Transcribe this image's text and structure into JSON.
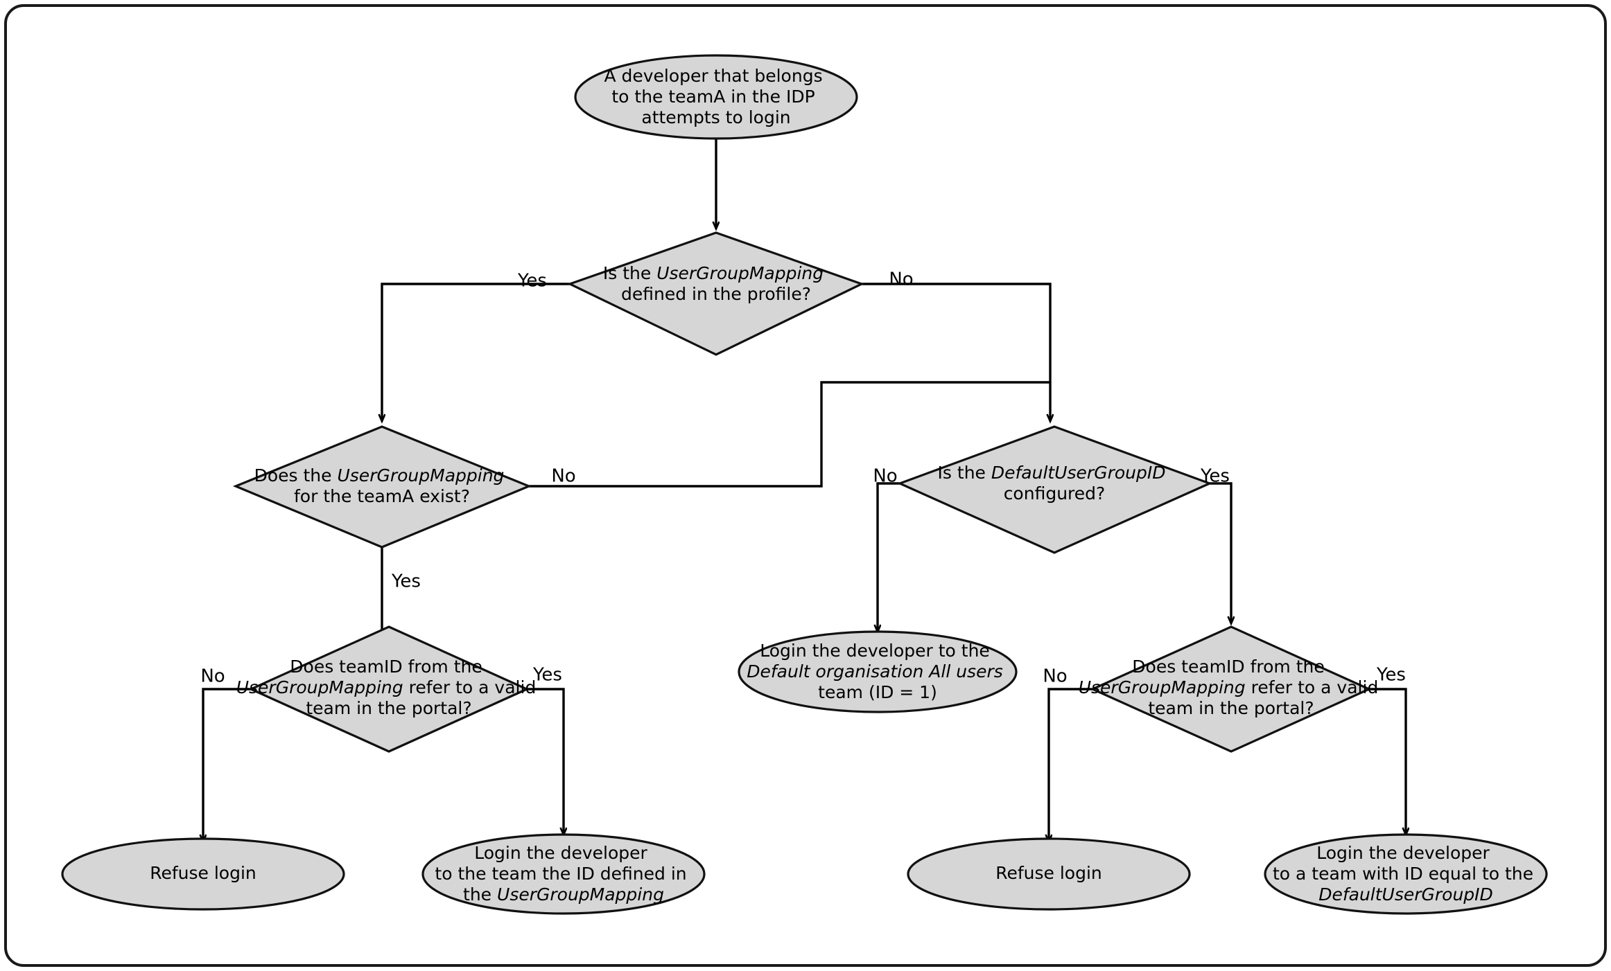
{
  "diagram": {
    "title": "IDP team mapping login decision flow",
    "colors": {
      "shape_fill": "#d6d6d6",
      "shape_stroke": "#111111",
      "edge_stroke": "#000000",
      "frame_stroke": "#1a1a1a",
      "background": "#ffffff"
    },
    "nodes": {
      "start": {
        "type": "ellipse",
        "lines": [
          [
            {
              "t": "A developer that belongs",
              "i": false
            }
          ],
          [
            {
              "t": "to the teamA in the IDP",
              "i": false
            }
          ],
          [
            {
              "t": "attempts to login",
              "i": false
            }
          ]
        ]
      },
      "decision_mapping_defined": {
        "type": "diamond",
        "lines": [
          [
            {
              "t": "Is the ",
              "i": false
            },
            {
              "t": "UserGroupMapping",
              "i": true
            }
          ],
          [
            {
              "t": "defined in the profile?",
              "i": false
            }
          ]
        ]
      },
      "decision_mapping_teamA": {
        "type": "diamond",
        "lines": [
          [
            {
              "t": "Does the ",
              "i": false
            },
            {
              "t": "UserGroupMapping",
              "i": true
            }
          ],
          [
            {
              "t": "for the teamA exist?",
              "i": false
            }
          ]
        ]
      },
      "decision_default_groupid": {
        "type": "diamond",
        "lines": [
          [
            {
              "t": "Is the ",
              "i": false
            },
            {
              "t": "DefaultUserGroupID",
              "i": true
            }
          ],
          [
            {
              "t": "configured?",
              "i": false
            }
          ]
        ]
      },
      "decision_teamid_valid_left": {
        "type": "diamond",
        "lines": [
          [
            {
              "t": "Does teamID from the",
              "i": false
            }
          ],
          [
            {
              "t": "UserGroupMapping",
              "i": true
            },
            {
              "t": " refer to a valid",
              "i": false
            }
          ],
          [
            {
              "t": "team in the portal?",
              "i": false
            }
          ]
        ]
      },
      "decision_teamid_valid_right": {
        "type": "diamond",
        "lines": [
          [
            {
              "t": "Does teamID from the",
              "i": false
            }
          ],
          [
            {
              "t": "UserGroupMapping",
              "i": true
            },
            {
              "t": " refer to a valid",
              "i": false
            }
          ],
          [
            {
              "t": "team in the portal?",
              "i": false
            }
          ]
        ]
      },
      "end_default_org": {
        "type": "ellipse",
        "lines": [
          [
            {
              "t": "Login the developer to the",
              "i": false
            }
          ],
          [
            {
              "t": "Default organisation All users",
              "i": true
            }
          ],
          [
            {
              "t": "team (ID = 1)",
              "i": false
            }
          ]
        ]
      },
      "end_refuse_left": {
        "type": "ellipse",
        "lines": [
          [
            {
              "t": "Refuse login",
              "i": false
            }
          ]
        ]
      },
      "end_login_mapping_team": {
        "type": "ellipse",
        "lines": [
          [
            {
              "t": "Login the developer",
              "i": false
            }
          ],
          [
            {
              "t": "to the team the ID defined in",
              "i": false
            }
          ],
          [
            {
              "t": "the ",
              "i": false
            },
            {
              "t": "UserGroupMapping",
              "i": true
            }
          ]
        ]
      },
      "end_refuse_right": {
        "type": "ellipse",
        "lines": [
          [
            {
              "t": "Refuse login",
              "i": false
            }
          ]
        ]
      },
      "end_login_default_groupid": {
        "type": "ellipse",
        "lines": [
          [
            {
              "t": "Login the developer",
              "i": false
            }
          ],
          [
            {
              "t": "to a team with ID equal to the",
              "i": false
            }
          ],
          [
            {
              "t": "DefaultUserGroupID",
              "i": true
            }
          ]
        ]
      }
    },
    "edge_labels": {
      "mapping_defined_yes": "Yes",
      "mapping_defined_no": "No",
      "mapping_teamA_no": "No",
      "mapping_teamA_yes": "Yes",
      "default_groupid_no": "No",
      "default_groupid_yes": "Yes",
      "teamid_left_no": "No",
      "teamid_left_yes": "Yes",
      "teamid_right_no": "No",
      "teamid_right_yes": "Yes"
    }
  }
}
